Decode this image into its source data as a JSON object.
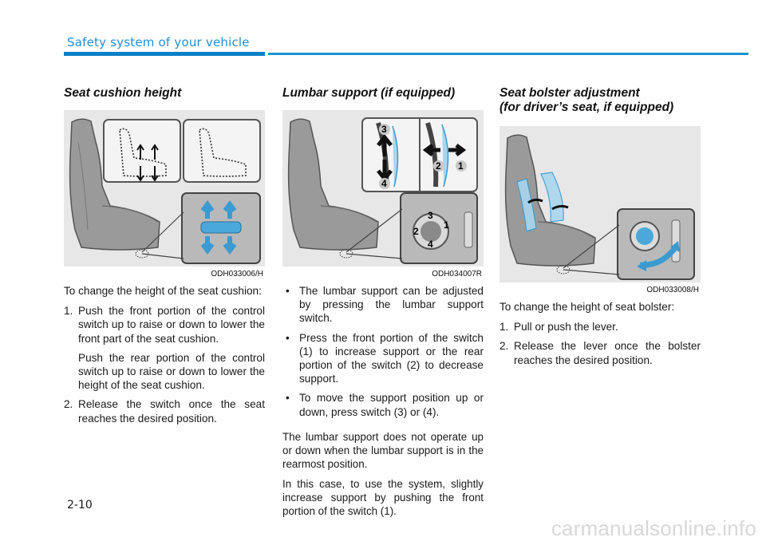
{
  "header": {
    "section_title": "Safety system of your vehicle"
  },
  "col1": {
    "title": "Seat cushion height",
    "figure_code": "ODH033006/H",
    "intro": "To change the height of the seat cushion:",
    "steps": [
      {
        "num": "1.",
        "text": "Push the front portion of the control switch up to raise or down to lower the front part of the seat cushion."
      },
      {
        "num": "2.",
        "text": "Release the switch once the seat reaches the desired position."
      }
    ],
    "step1_extra": "Push the rear portion of the control switch up to raise or down to lower the height of the seat cushion."
  },
  "col2": {
    "title": "Lumbar support (if equipped)",
    "figure_code": "ODH034007R",
    "callouts": [
      "3",
      "4",
      "2",
      "1",
      "3",
      "2",
      "1",
      "4"
    ],
    "bullets": [
      "The lumbar support can be adjusted by pressing the lumbar support switch.",
      "Press the front portion of the switch (1) to increase support or the rear portion of the switch (2) to decrease support.",
      "To move the support position up or down, press switch (3) or (4)."
    ],
    "notes": [
      "The lumbar support does not operate up or down when the lumbar support is in the rearmost position.",
      "In this case, to use the system, slightly increase support by pushing the front portion of the switch (1)."
    ]
  },
  "col3": {
    "title_line1": "Seat bolster adjustment",
    "title_line2": "(for driver’s seat, if equipped)",
    "figure_code": "ODH033008/H",
    "intro": "To change the height of seat bolster:",
    "steps": [
      {
        "num": "1.",
        "text": "Pull or push the lever."
      },
      {
        "num": "2.",
        "text": "Release the lever once the bolster reaches the desired position."
      }
    ]
  },
  "footer": {
    "page_number": "2-10",
    "watermark": "carmanualsonline.info"
  },
  "colors": {
    "accent": "#1f8fd6",
    "bar_dark": "#0b7fc7",
    "figure_bg": "#e7e7e7",
    "highlight_blue": "#4aa9d8"
  }
}
